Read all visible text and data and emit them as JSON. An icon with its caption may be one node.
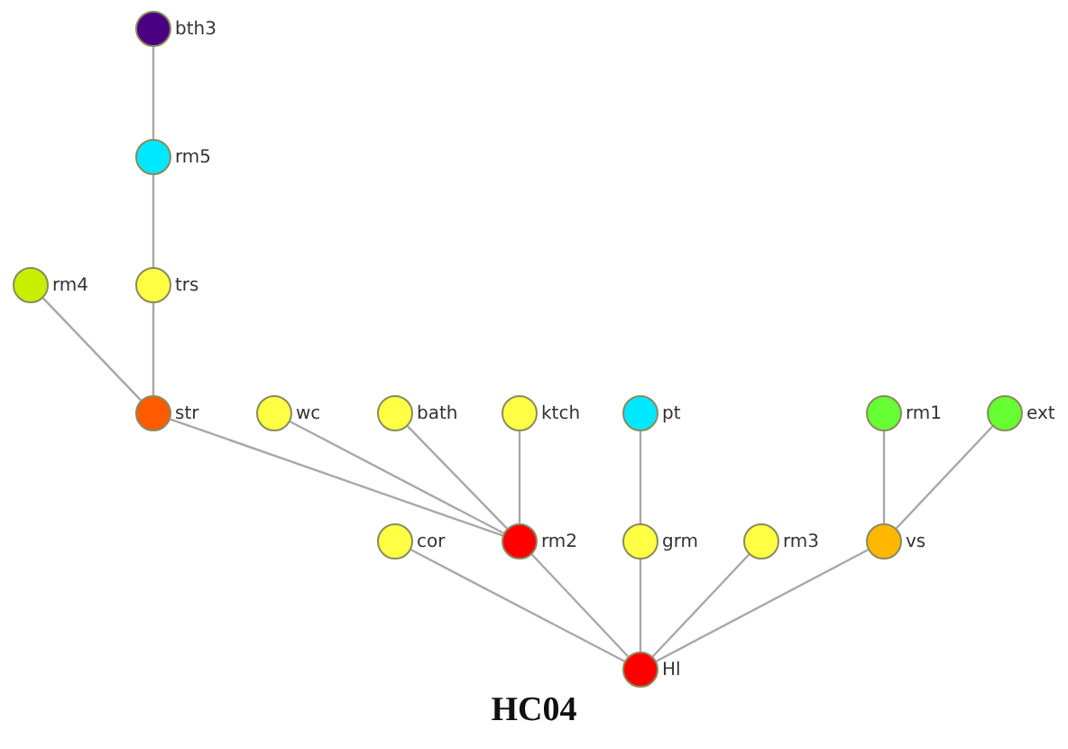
{
  "diagram": {
    "caption": "HC04",
    "nodes": [
      {
        "text": [
          "bth3"
        ]
      },
      {
        "text": [
          "rm5"
        ]
      },
      {
        "text": [
          "rm4"
        ]
      },
      {
        "text": [
          "trs"
        ]
      },
      {
        "text": [
          "str"
        ]
      },
      {
        "text": [
          "wc"
        ]
      },
      {
        "text": [
          "bath"
        ]
      },
      {
        "text": [
          "ktch"
        ]
      },
      {
        "text": [
          "pt"
        ]
      },
      {
        "text": [
          "rm1"
        ]
      },
      {
        "text": [
          "ext"
        ]
      },
      {
        "text": [
          "cor"
        ]
      },
      {
        "text": [
          "rm2"
        ]
      },
      {
        "text": [
          "grm"
        ]
      },
      {
        "text": [
          "rm3"
        ]
      },
      {
        "text": [
          "vs"
        ]
      },
      {
        "text": [
          "Hl"
        ]
      }
    ],
    "edges": [
      {
        "from": 0,
        "to": 1,
        "arrow": "none"
      },
      {
        "from": 1,
        "to": 3,
        "arrow": "none"
      },
      {
        "from": 3,
        "to": 4,
        "arrow": "none"
      },
      {
        "from": 2,
        "to": 4,
        "arrow": "none"
      },
      {
        "from": 4,
        "to": 12,
        "arrow": "none"
      },
      {
        "from": 5,
        "to": 12,
        "arrow": "none"
      },
      {
        "from": 6,
        "to": 12,
        "arrow": "none"
      },
      {
        "from": 7,
        "to": 12,
        "arrow": "none"
      },
      {
        "from": 8,
        "to": 13,
        "arrow": "none"
      },
      {
        "from": 9,
        "to": 15,
        "arrow": "none"
      },
      {
        "from": 10,
        "to": 15,
        "arrow": "none"
      },
      {
        "from": 11,
        "to": 16,
        "arrow": "none"
      },
      {
        "from": 12,
        "to": 16,
        "arrow": "none"
      },
      {
        "from": 13,
        "to": 16,
        "arrow": "none"
      },
      {
        "from": 14,
        "to": 16,
        "arrow": "none"
      },
      {
        "from": 15,
        "to": 16,
        "arrow": "none"
      }
    ]
  }
}
